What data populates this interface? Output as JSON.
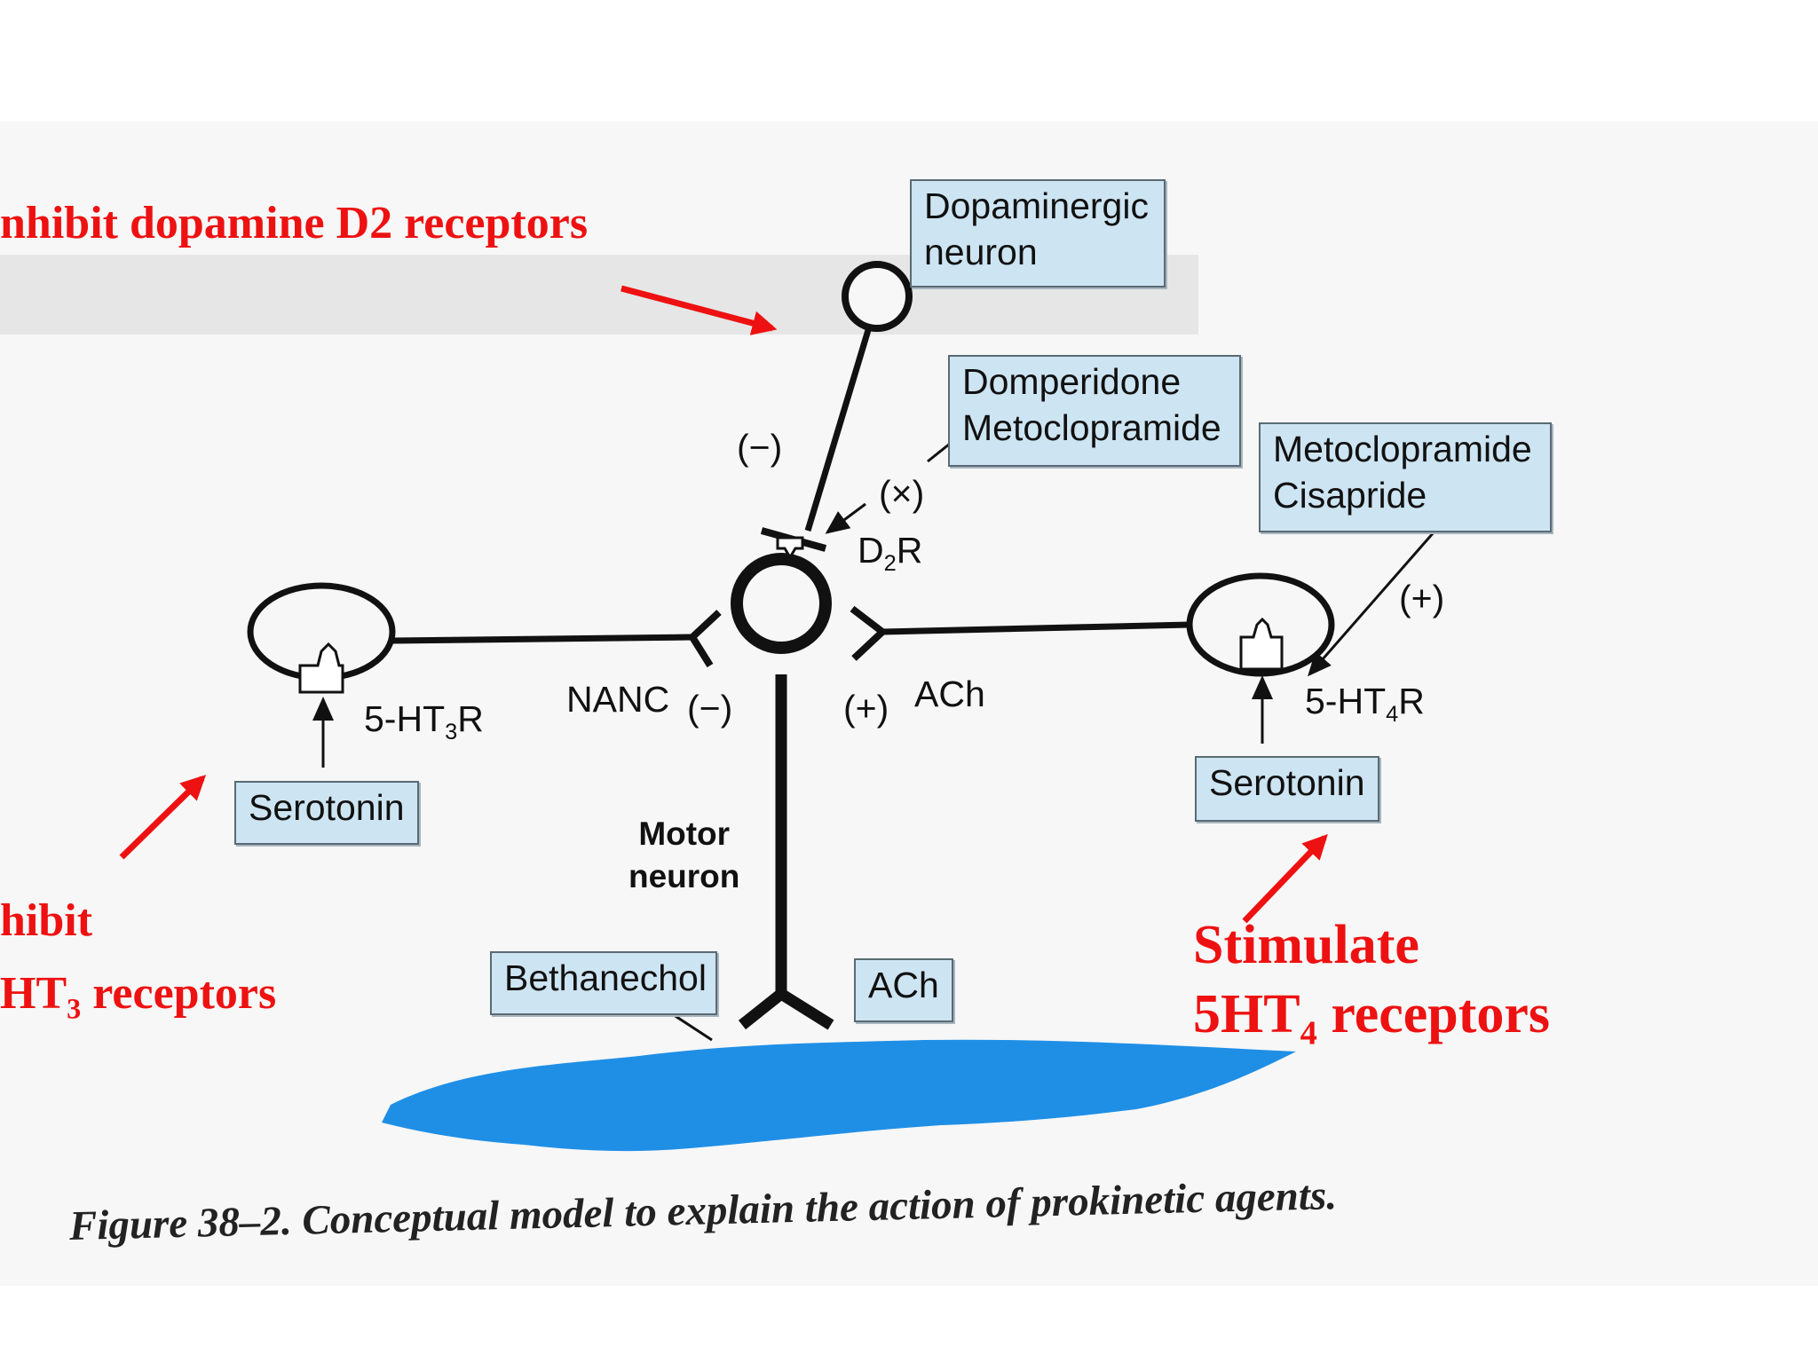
{
  "boxes": {
    "dopaminergic": [
      "Dopaminergic",
      "neuron"
    ],
    "domperidone": [
      "Domperidone",
      "Metoclopramide"
    ],
    "metoclopramide": [
      "Metoclopramide",
      "Cisapride"
    ],
    "serotonin_left": "Serotonin",
    "serotonin_right": "Serotonin",
    "bethanechol": "Bethanechol",
    "ach_box": "ACh"
  },
  "labels": {
    "minus_top": "(−)",
    "x_mark": "(×)",
    "d2r": "D",
    "d2r_sub": "2",
    "d2r_tail": "R",
    "plus_right": "(+)",
    "ht3_main": "5-HT",
    "ht3_sub": "3",
    "ht3_tail": "R",
    "ht4_main": "5-HT",
    "ht4_sub": "4",
    "ht4_tail": "R",
    "nanc": "NANC",
    "minus_nanc": "(−)",
    "plus_ach": "(+)",
    "ach": "ACh",
    "motor_neuron": [
      "Motor",
      "neuron"
    ]
  },
  "annotations": {
    "inhibit_d2": "nhibit dopamine D2 receptors",
    "inhibit_5ht3_line1": "hibit",
    "inhibit_5ht3_line2_main": "HT",
    "inhibit_5ht3_line2_sub": "3",
    "inhibit_5ht3_line2_tail": " receptors",
    "stimulate_line1": "Stimulate",
    "stimulate_line2_main": "5HT",
    "stimulate_line2_sub": "4",
    "stimulate_line2_tail": " receptors"
  },
  "caption": "Figure 38–2. Conceptual model to explain the action of prokinetic agents.",
  "colors": {
    "annotation_red": "#ee1111",
    "box_fill": "#cde4f2",
    "muscle_blue": "#1f8fe6"
  }
}
